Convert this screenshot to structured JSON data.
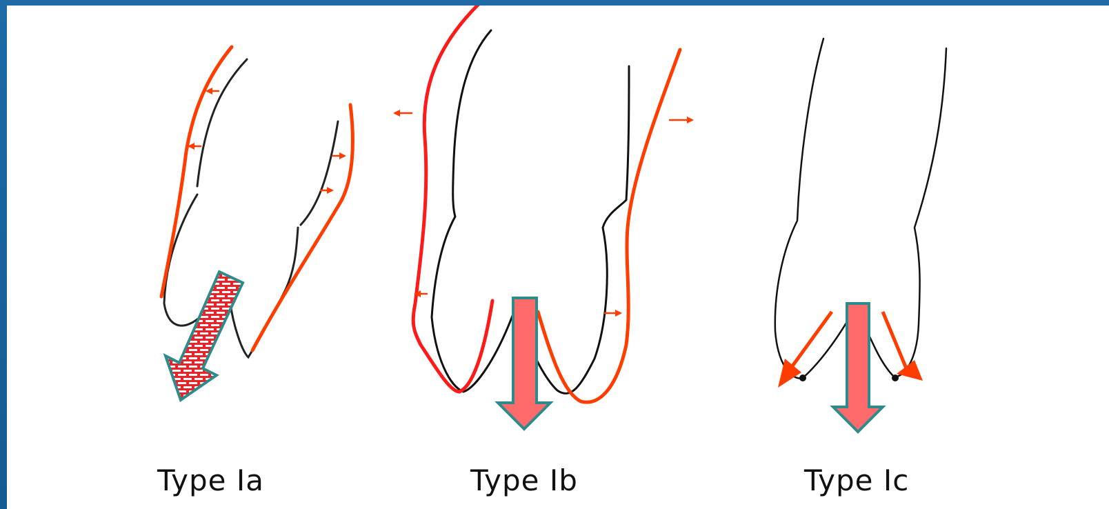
{
  "labels": {
    "type_ia": "Type Ia",
    "type_ib": "Type Ib",
    "type_ic": "Type Ic"
  },
  "colors": {
    "outline": "#111111",
    "displaced_contour": "#ff3d00",
    "contour_red": "#ff1a1a",
    "arrow_fill": "#ff6b6b",
    "arrow_border": "#2e8b8b",
    "background": "#ffffff",
    "frame": "#1a5f96"
  }
}
